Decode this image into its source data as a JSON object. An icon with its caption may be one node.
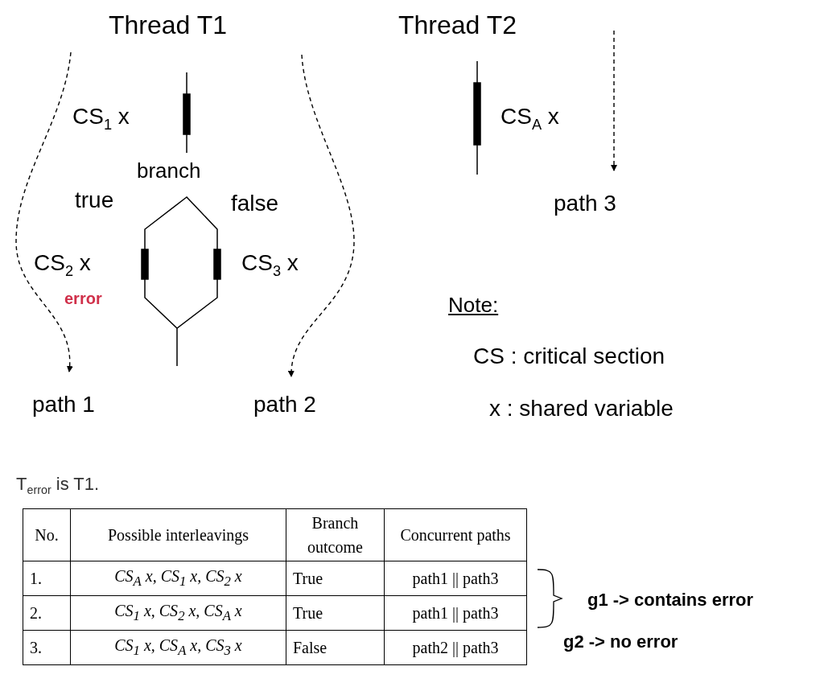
{
  "diagram": {
    "nodes": [
      {
        "text": [
          "path 1"
        ]
      },
      {
        "text": [
          "path 2"
        ]
      },
      {
        "text": [
          "path 3"
        ]
      }
    ],
    "edges": [
      {
        "from": null,
        "to": 0,
        "arrow": "to",
        "style": "dashed"
      },
      {
        "from": null,
        "to": 1,
        "arrow": "to",
        "style": "dashed"
      },
      {
        "from": null,
        "to": 2,
        "arrow": "to",
        "style": "dashed"
      }
    ],
    "labels": [
      "Thread T1",
      "Thread T2",
      "CS$_{1}$  x",
      "CS$_{A}$  x",
      "branch",
      "true",
      "false",
      "CS$_{2}$  x",
      "CS$_{3}$  x",
      "error",
      "Note:",
      "CS : critical section",
      "x  : shared variable",
      "T$_{error}$ is T1.",
      "No.",
      "Possible interleavings",
      "Branch outcome",
      "Concurrent paths",
      "1.",
      "CS$_{A}$ x, CS$_{1}$ x, CS$_{2}$ x",
      "True",
      "path1 || path3",
      "2.",
      "CS$_{1}$ x, CS$_{2}$ x, CS$_{A}$ x",
      "True",
      "path1 || path3",
      "3.",
      "CS$_{1}$ x, CS$_{A}$ x, CS$_{3}$ x",
      "False",
      "path2 || path3",
      "g1 -> contains error",
      "g2 -> no error"
    ]
  }
}
